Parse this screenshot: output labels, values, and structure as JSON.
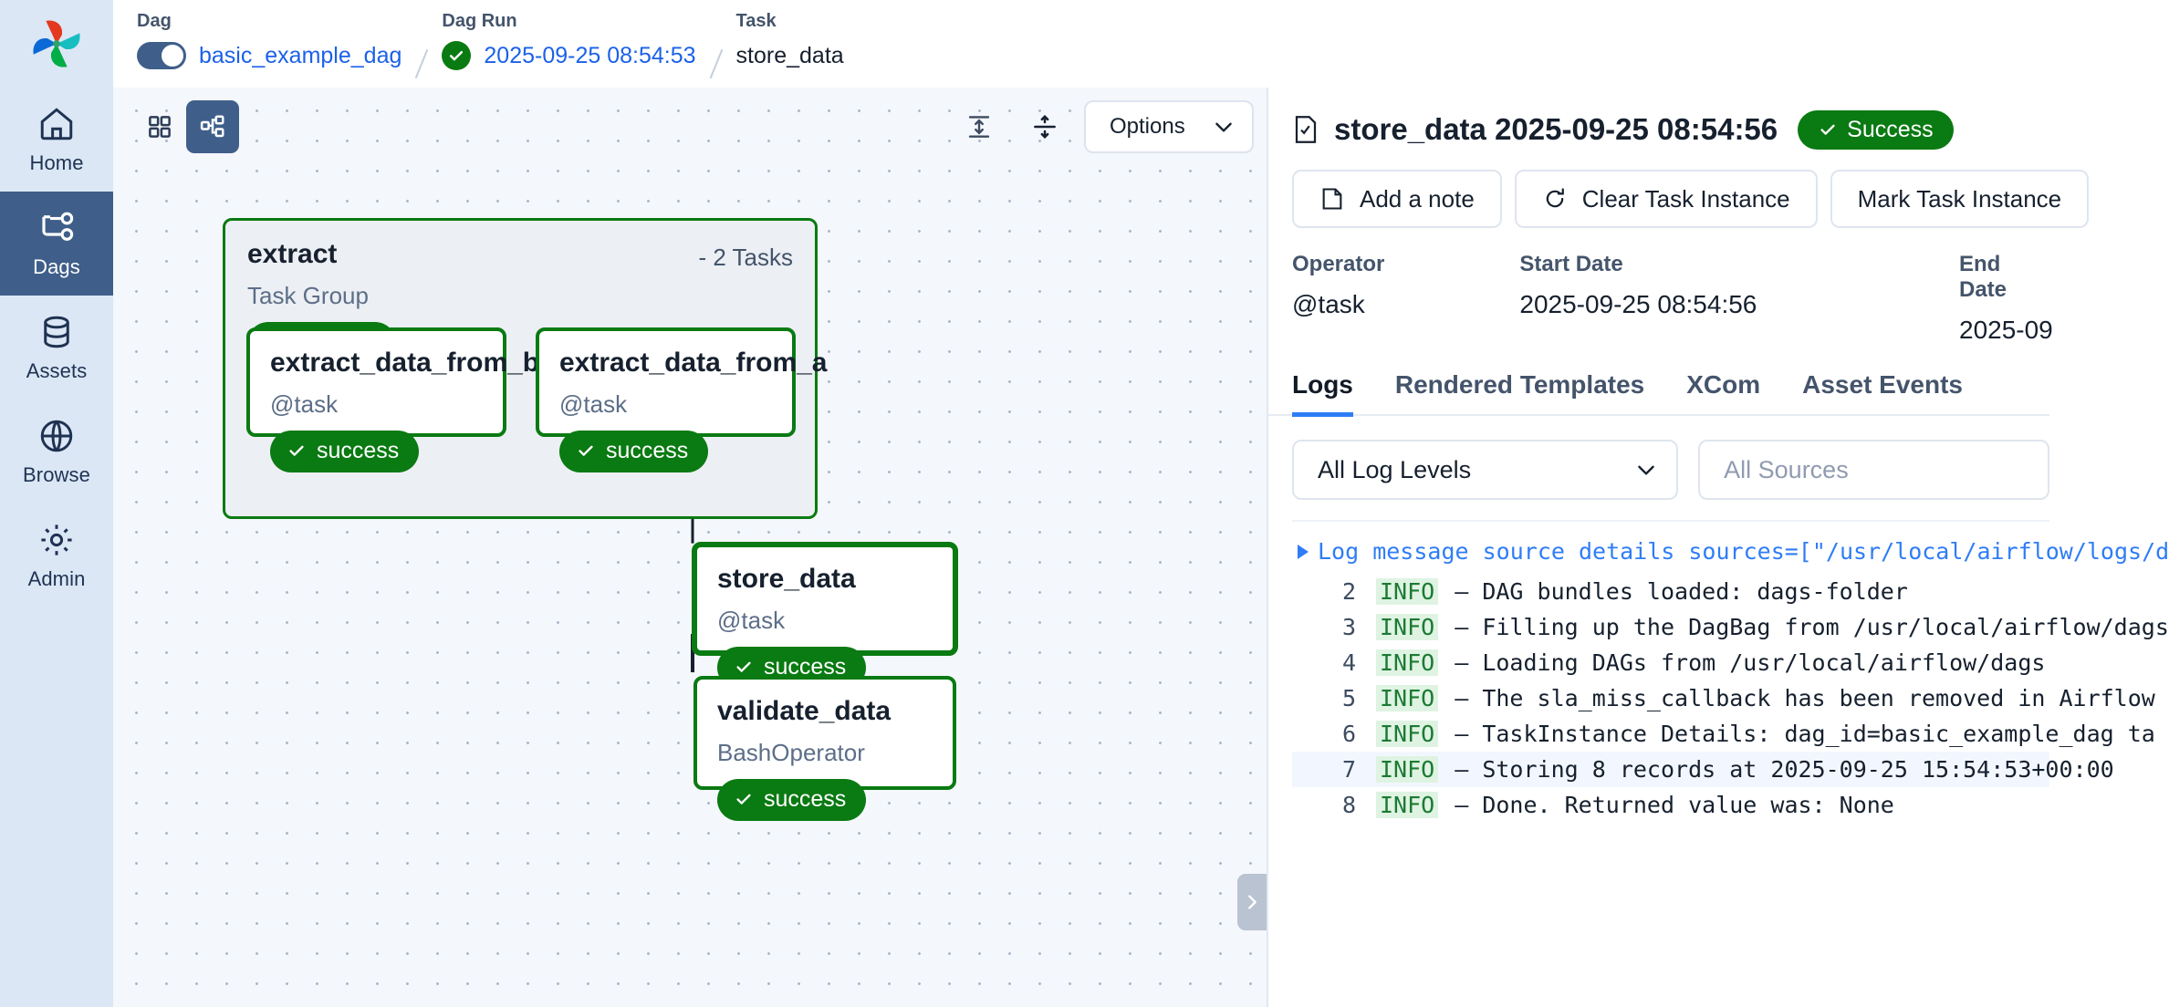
{
  "sidebar": {
    "logo": "airflow-pinwheel-logo",
    "items": [
      {
        "label": "Home",
        "icon": "home-icon",
        "active": false
      },
      {
        "label": "Dags",
        "icon": "dag-graph-icon",
        "active": true
      },
      {
        "label": "Assets",
        "icon": "database-icon",
        "active": false
      },
      {
        "label": "Browse",
        "icon": "globe-icon",
        "active": false
      },
      {
        "label": "Admin",
        "icon": "gear-icon",
        "active": false
      }
    ]
  },
  "breadcrumb": {
    "dag": {
      "label": "Dag",
      "value": "basic_example_dag",
      "toggle_on": true
    },
    "dag_run": {
      "label": "Dag Run",
      "value": "2025-09-25 08:54:53",
      "status": "success"
    },
    "task": {
      "label": "Task",
      "value": "store_data"
    }
  },
  "graph_toolbar": {
    "grid_view": "grid-view-icon",
    "graph_view": "graph-view-icon",
    "vertical_fit": "fit-vertical-icon",
    "center_align": "center-align-icon",
    "options_label": "Options",
    "chevron": "chevron-down-icon"
  },
  "graph": {
    "task_group": {
      "title": "extract",
      "subtitle": "Task Group",
      "status": "success",
      "tasks_label": "- 2 Tasks"
    },
    "nodes": [
      {
        "title": "extract_data_from_b",
        "subtitle": "@task",
        "status": "success"
      },
      {
        "title": "extract_data_from_a",
        "subtitle": "@task",
        "status": "success"
      },
      {
        "title": "store_data",
        "subtitle": "@task",
        "status": "success"
      },
      {
        "title": "validate_data",
        "subtitle": "BashOperator",
        "status": "success"
      }
    ],
    "collapse_handle": "chevron-right-icon"
  },
  "details": {
    "doc_icon": "task-document-icon",
    "title": "store_data 2025-09-25 08:54:56",
    "status_label": "Success",
    "actions": [
      {
        "label": "Add a note",
        "icon": "note-icon"
      },
      {
        "label": "Clear Task Instance",
        "icon": "refresh-icon"
      },
      {
        "label": "Mark Task Instance",
        "icon": ""
      }
    ],
    "meta": [
      {
        "label": "Operator",
        "value": "@task"
      },
      {
        "label": "Start Date",
        "value": "2025-09-25 08:54:56"
      },
      {
        "label": "End Date",
        "value": "2025-09"
      }
    ],
    "tabs": [
      {
        "label": "Logs",
        "active": true
      },
      {
        "label": "Rendered Templates",
        "active": false
      },
      {
        "label": "XCom",
        "active": false
      },
      {
        "label": "Asset Events",
        "active": false
      }
    ],
    "filters": {
      "log_level": "All Log Levels",
      "sources_placeholder": "All Sources",
      "chevron": "chevron-down-icon"
    },
    "logs": {
      "source_line": "Log message source details sources=[\"/usr/local/airflow/logs/d",
      "lines": [
        {
          "n": "2",
          "level": "INFO",
          "text": "– DAG bundles loaded: dags-folder",
          "highlight": false
        },
        {
          "n": "3",
          "level": "INFO",
          "text": "– Filling up the DagBag from /usr/local/airflow/dags",
          "highlight": false
        },
        {
          "n": "4",
          "level": "INFO",
          "text": "– Loading DAGs from /usr/local/airflow/dags",
          "highlight": false
        },
        {
          "n": "5",
          "level": "INFO",
          "text": "– The sla_miss_callback has been removed in Airflow",
          "highlight": false
        },
        {
          "n": "6",
          "level": "INFO",
          "text": "– TaskInstance Details:  dag_id=basic_example_dag ta",
          "highlight": false,
          "token": "dag_id"
        },
        {
          "n": "7",
          "level": "INFO",
          "text": "– Storing 8 records at 2025-09-25 15:54:53+00:00",
          "highlight": true
        },
        {
          "n": "8",
          "level": "INFO",
          "text": "– Done. Returned value was: None",
          "highlight": false
        }
      ]
    }
  },
  "colors": {
    "success_green": "#0a7a12",
    "link_blue": "#1b61e8",
    "sidebar_bg": "#dbe7f5",
    "sidebar_active": "#3f5f8a",
    "tab_accent": "#2f7df6"
  }
}
